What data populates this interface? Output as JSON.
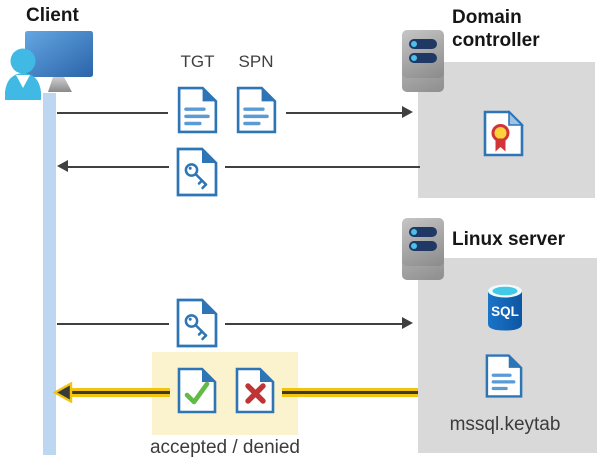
{
  "client": {
    "label": "Client"
  },
  "domain_controller": {
    "title": "Domain controller"
  },
  "linux_server": {
    "title": "Linux server",
    "sql_badge": "SQL",
    "keytab_label": "mssql.keytab"
  },
  "messages": {
    "tgt_label": "TGT",
    "spn_label": "SPN",
    "result_label": "accepted / denied"
  },
  "icons": {
    "client": "client-workstation-icon",
    "domain_controller": "server-icon",
    "linux_server": "server-icon",
    "certificate": "certificate-document-icon",
    "tgt": "document-icon",
    "spn": "document-icon",
    "ticket_from_dc": "key-document-icon",
    "ticket_to_linux": "key-document-icon",
    "accepted": "check-document-icon",
    "denied": "cross-document-icon",
    "database": "sql-database-icon",
    "keytab": "document-icon"
  },
  "colors": {
    "doc_blue": "#2e75b6",
    "doc_line_blue": "#5b9bd5",
    "panel_gray": "#d9d9d9",
    "lifeline_blue": "#bdd7f2",
    "highlight_yellow": "#faf3cd",
    "arrow_gray": "#404040",
    "arrow_gold": "#f2c40e",
    "check_green": "#62bb46",
    "cross_red": "#bf3434",
    "sql_blue": "#1464b8",
    "sql_cyan": "#44c8e8",
    "server_navy": "#1f3864",
    "person_cyan": "#40bae4",
    "seal_yellow": "#ffd23b",
    "seal_red": "#d13438"
  }
}
